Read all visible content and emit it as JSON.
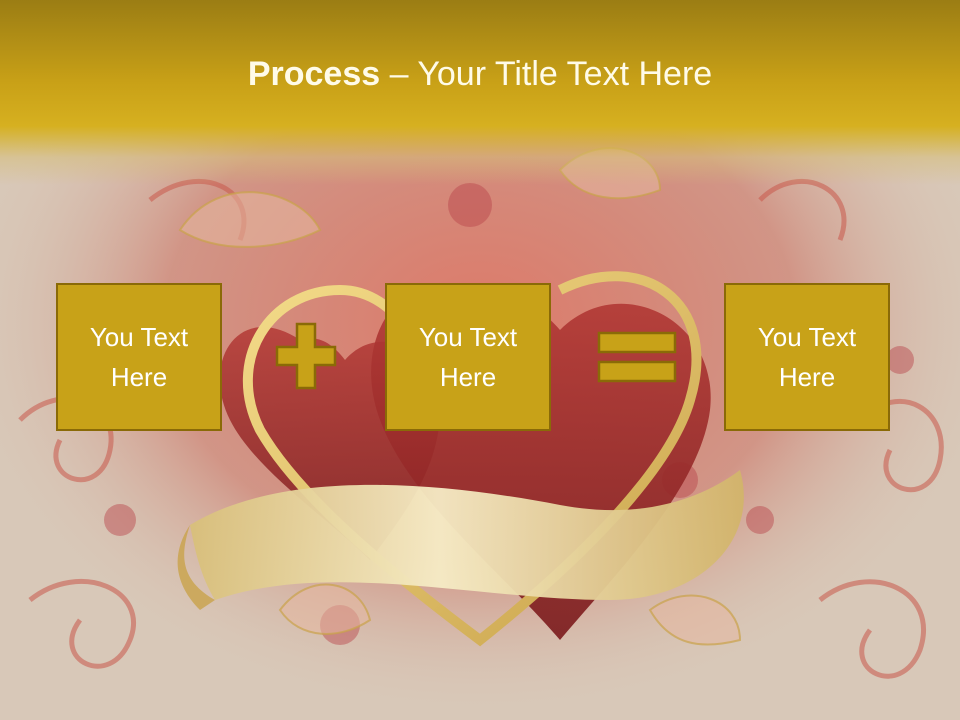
{
  "slide": {
    "title_bold": "Process",
    "title_rest": " – Your Title Text Here",
    "boxes": [
      {
        "line1": "You Text",
        "line2": "Here"
      },
      {
        "line1": "You Text",
        "line2": "Here"
      },
      {
        "line1": "You Text",
        "line2": "Here"
      }
    ],
    "operators": [
      "plus-icon",
      "equals-icon"
    ]
  },
  "colors": {
    "title_band": "#c9a117",
    "box_fill": "#c8a218",
    "box_border": "#8a6a07",
    "text": "#ffffff",
    "ribbon": "#f0e0a8",
    "heart": "#a22a2a",
    "background": "#d8c8b8"
  }
}
